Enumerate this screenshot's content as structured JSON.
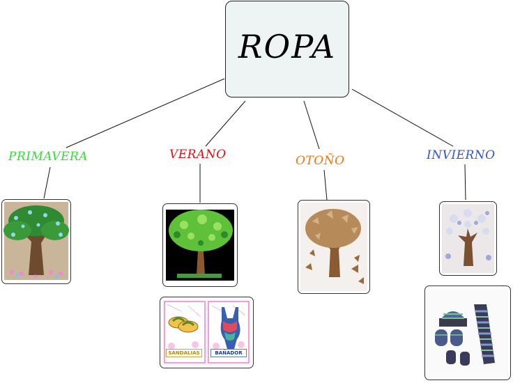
{
  "root": {
    "title": "ROPA"
  },
  "seasons": [
    {
      "label": "PRIMAVERA",
      "color": "#33dd33",
      "image": "spring-tree"
    },
    {
      "label": "VERANO",
      "color": "#dd1111",
      "image": "summer-tree"
    },
    {
      "label": "OTOÑO",
      "color": "#ee7711",
      "image": "autumn-tree"
    },
    {
      "label": "INVIERNO",
      "color": "#3355cc",
      "image": "winter-tree"
    }
  ],
  "summer_clothes": {
    "left_label": "SANDALIAS",
    "right_label": "BAÑADOR"
  },
  "winter_clothes": {
    "image": "hat-scarf-mittens"
  }
}
